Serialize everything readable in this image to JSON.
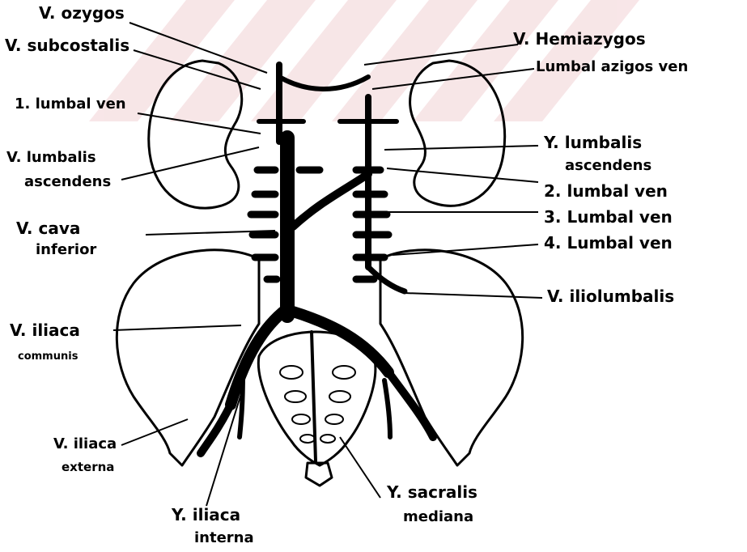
{
  "colors": {
    "ink": "#000000",
    "paper": "#ffffff",
    "watermark": "#f3d6d8"
  },
  "labels": {
    "azygos": "V. ozygos",
    "subcostalis": "V. subcostalis",
    "lumbal1": "1. lumbal ven",
    "lumbalis_asc_left_1": "V. lumbalis",
    "lumbalis_asc_left_2": "ascendens",
    "cava_1": "V. cava",
    "cava_2": "inferior",
    "iliaca_comm_1": "V. iliaca",
    "iliaca_comm_2": "communis",
    "iliaca_ext_1": "V. iliaca",
    "iliaca_ext_2": "externa",
    "iliaca_int_1": "Y. iliaca",
    "iliaca_int_2": "interna",
    "hemiazygos": "V. Hemiazygos",
    "lumbal_azigos": "Lumbal azigos ven",
    "lumbalis_asc_right_1": "Y. lumbalis",
    "lumbalis_asc_right_2": "ascendens",
    "lumbal2": "2. lumbal ven",
    "lumbal3": "3. Lumbal ven",
    "lumbal4": "4. Lumbal ven",
    "iliolumbalis": "V. iliolumbalis",
    "sacralis_1": "Y. sacralis",
    "sacralis_2": "mediana"
  }
}
